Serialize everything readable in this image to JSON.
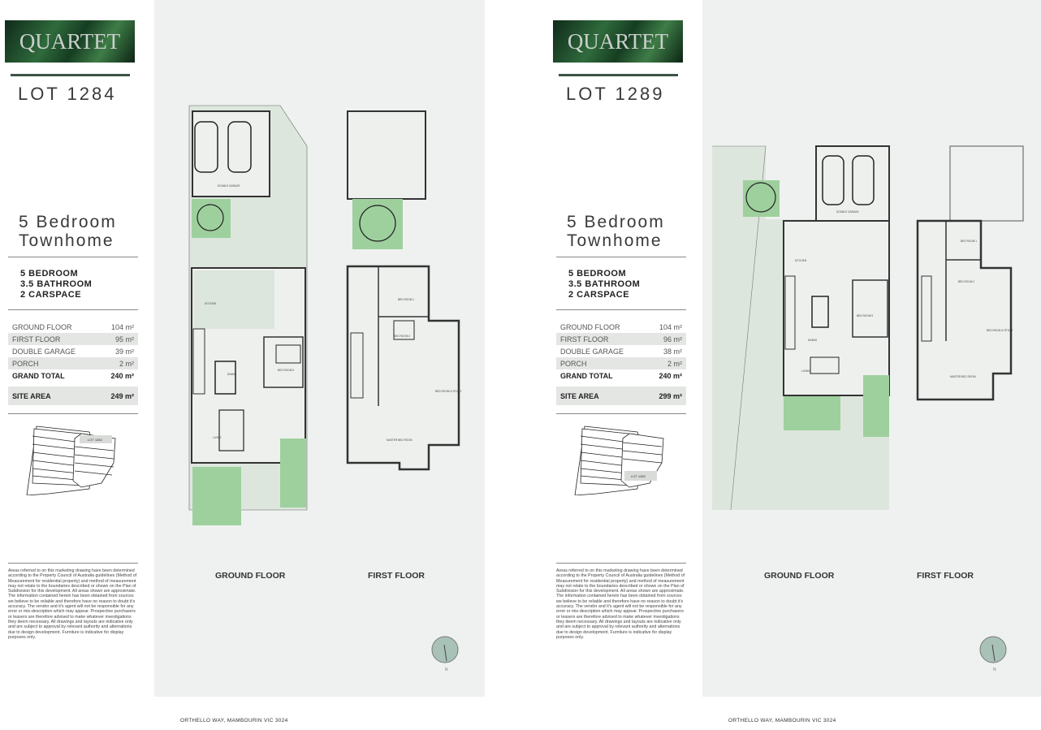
{
  "brand": "QUARTET",
  "pages": [
    {
      "lot": "LOT 1284",
      "title_line1": "5 Bedroom",
      "title_line2": "Townhome",
      "specs": [
        "5 BEDROOM",
        "3.5 BATHROOM",
        "2 CARSPACE"
      ],
      "areas": [
        {
          "label": "GROUND FLOOR",
          "value": "104 m²"
        },
        {
          "label": "FIRST FLOOR",
          "value": "95 m²"
        },
        {
          "label": "DOUBLE GARAGE",
          "value": "39 m²"
        },
        {
          "label": "PORCH",
          "value": "2 m²"
        },
        {
          "label": "GRAND TOTAL",
          "value": "240 m²"
        }
      ],
      "site_area": {
        "label": "SITE AREA",
        "value": "249 m²"
      },
      "siteplan_lot": "LOT 1284",
      "ground_label": "GROUND FLOOR",
      "first_label": "FIRST FLOOR",
      "rooms": {
        "garage": "DOUBLE GARAGE",
        "kitchen": "KITCHEN",
        "dining": "DINING",
        "living": "LIVING",
        "bed5": "BED ROOM 5",
        "bed1": "BED ROOM 1",
        "bed2": "BED ROOM 2",
        "bed4": "BED ROOM 4/ STUDY",
        "master": "MASTER BED ROOM"
      },
      "compass_label": "N",
      "address": "ORTHELLO WAY, MAMBOURIN VIC 3024"
    },
    {
      "lot": "LOT 1289",
      "title_line1": "5 Bedroom",
      "title_line2": "Townhome",
      "specs": [
        "5 BEDROOM",
        "3.5 BATHROOM",
        "2 CARSPACE"
      ],
      "areas": [
        {
          "label": "GROUND FLOOR",
          "value": "104 m²"
        },
        {
          "label": "FIRST FLOOR",
          "value": "96 m²"
        },
        {
          "label": "DOUBLE GARAGE",
          "value": "38 m²"
        },
        {
          "label": "PORCH",
          "value": "2 m²"
        },
        {
          "label": "GRAND TOTAL",
          "value": "240 m²"
        }
      ],
      "site_area": {
        "label": "SITE AREA",
        "value": "299 m²"
      },
      "siteplan_lot": "LOT 1289",
      "ground_label": "GROUND FLOOR",
      "first_label": "FIRST FLOOR",
      "rooms": {
        "garage": "DOUBLE GARAGE",
        "kitchen": "KITCHEN",
        "dining": "DINING",
        "living": "LIVING",
        "bed5": "BED ROOM 5",
        "bed1": "BED ROOM 1",
        "bed2": "BED ROOM 2",
        "bed4": "BED ROOM 4/ STUDY",
        "master": "MASTER BED ROOM"
      },
      "compass_label": "N",
      "address": "ORTHELLO WAY, MAMBOURIN VIC 3024"
    }
  ],
  "disclaimer": "Areas referred to on this marketing drawing have been determined according to the Property Council of Australia guidelines (Method of Measurement for residential property) and method of measurement may not relate to the boundaries described or shown on the Plan of Subdivision for this development. All areas shown are approximate. The information contained herein has been obtained from sources we believe to be reliable and therefore have no reason to doubt it's accuracy. The vendor and it's agent will not be responsible for any error or mis-description which may appear. Prospective purchasers or leasers are therefore advised to make whatever investigations they deem necessary. All drawings and layouts are indicative only and are subject to approval by relevant authority and alternations due to design development. Furniture is indicative for display purposes only."
}
